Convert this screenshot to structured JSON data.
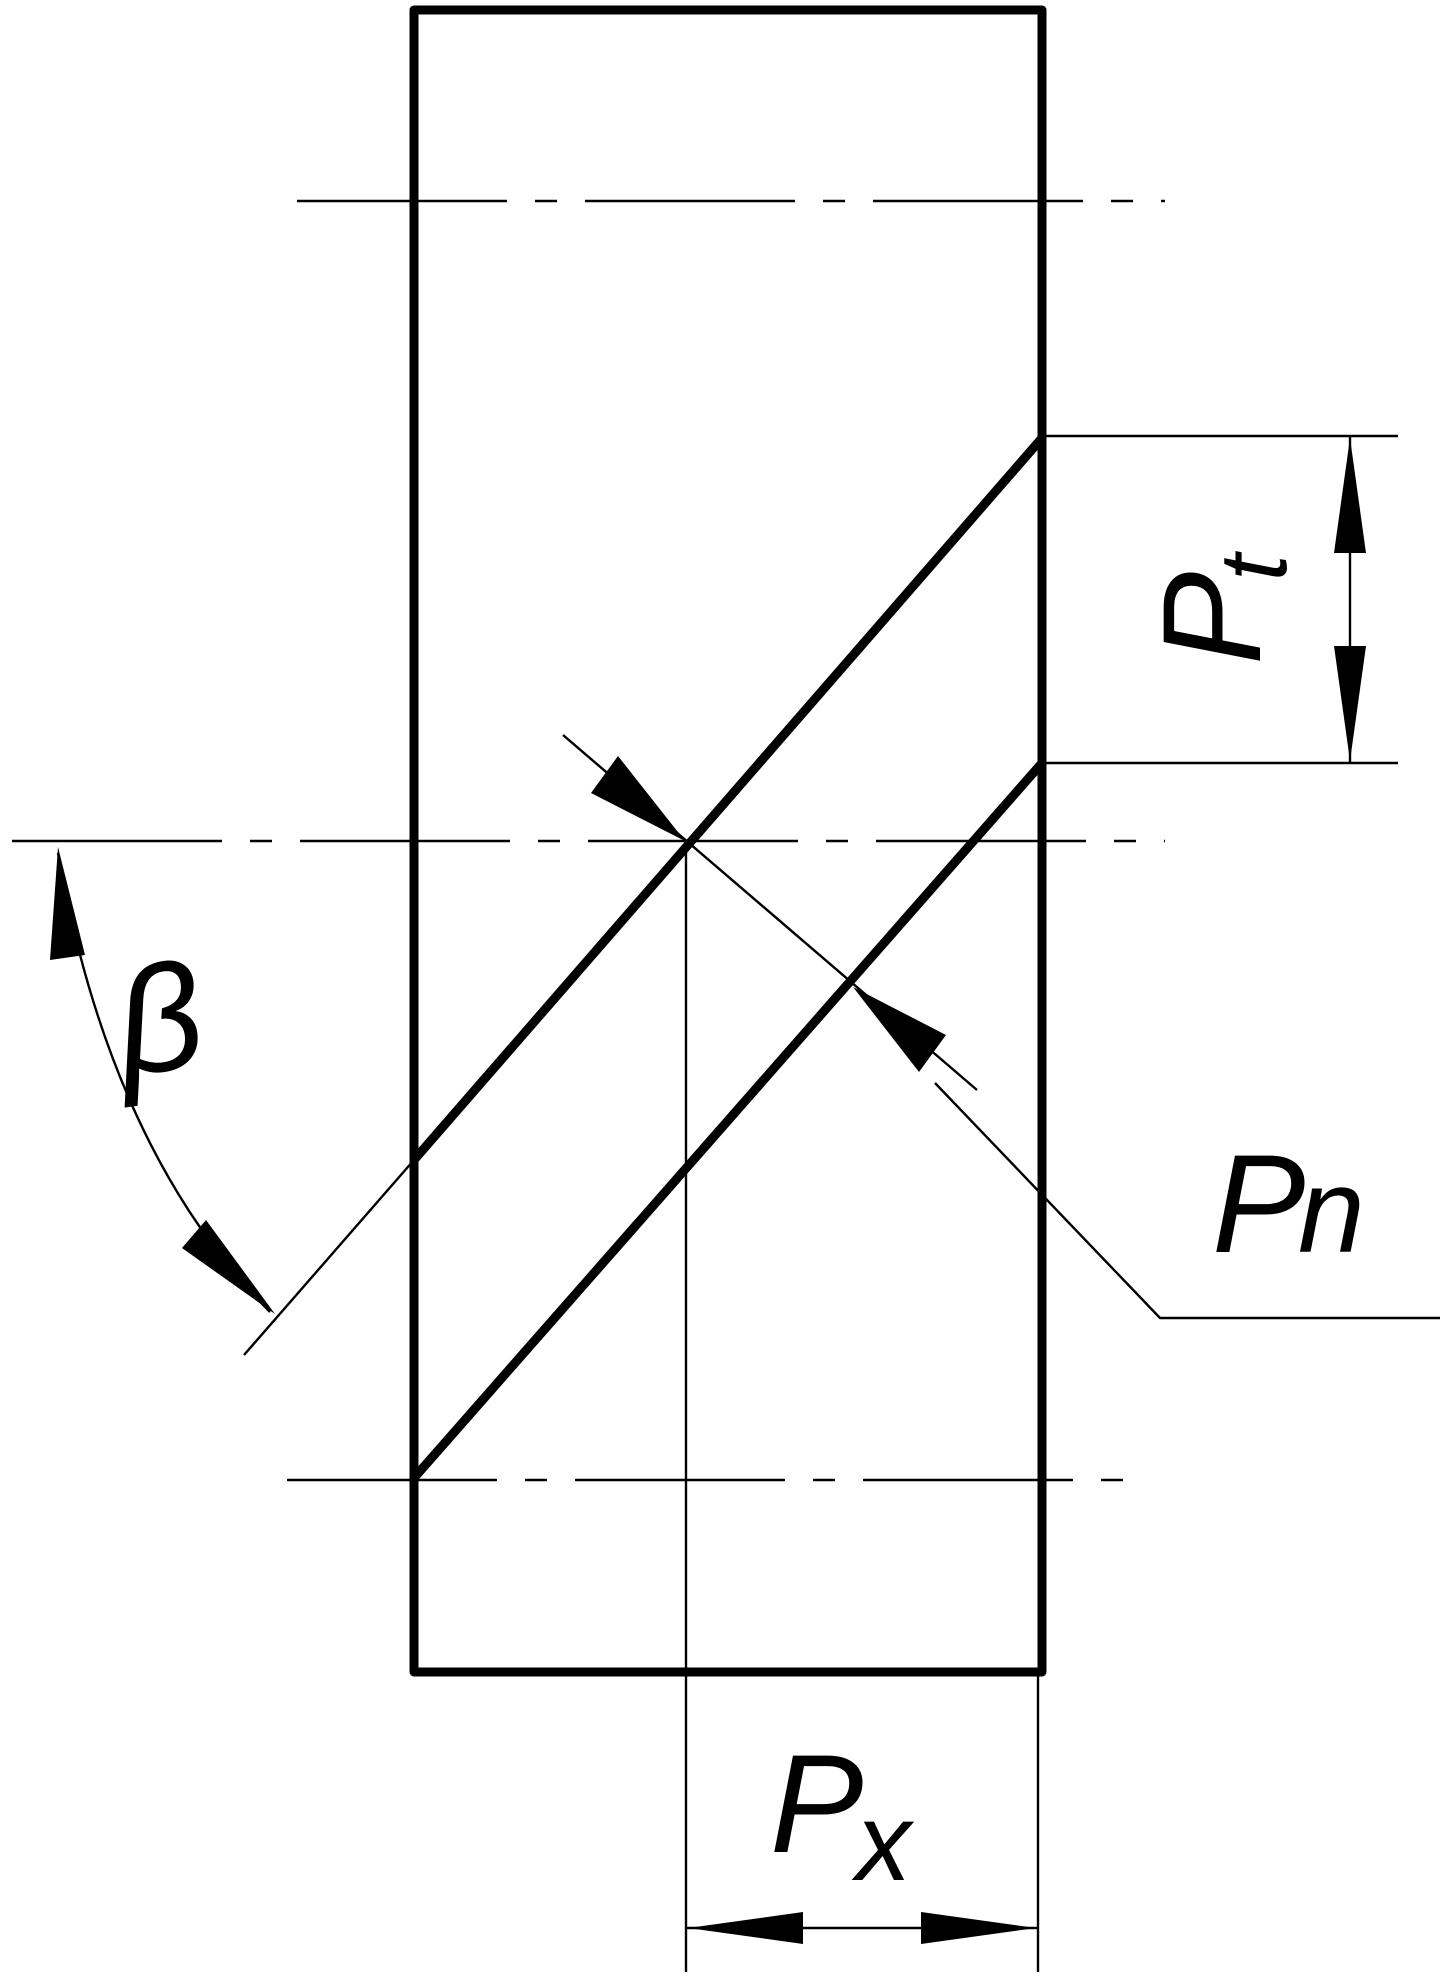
{
  "diagram": {
    "labels": {
      "pt_main": "P",
      "pt_sub": "t",
      "pn_main": "P",
      "pn_sub": "n",
      "px_main": "P",
      "px_sub": "x",
      "beta": "β"
    },
    "colors": {
      "ink": "#000000",
      "background": "#ffffff"
    }
  }
}
